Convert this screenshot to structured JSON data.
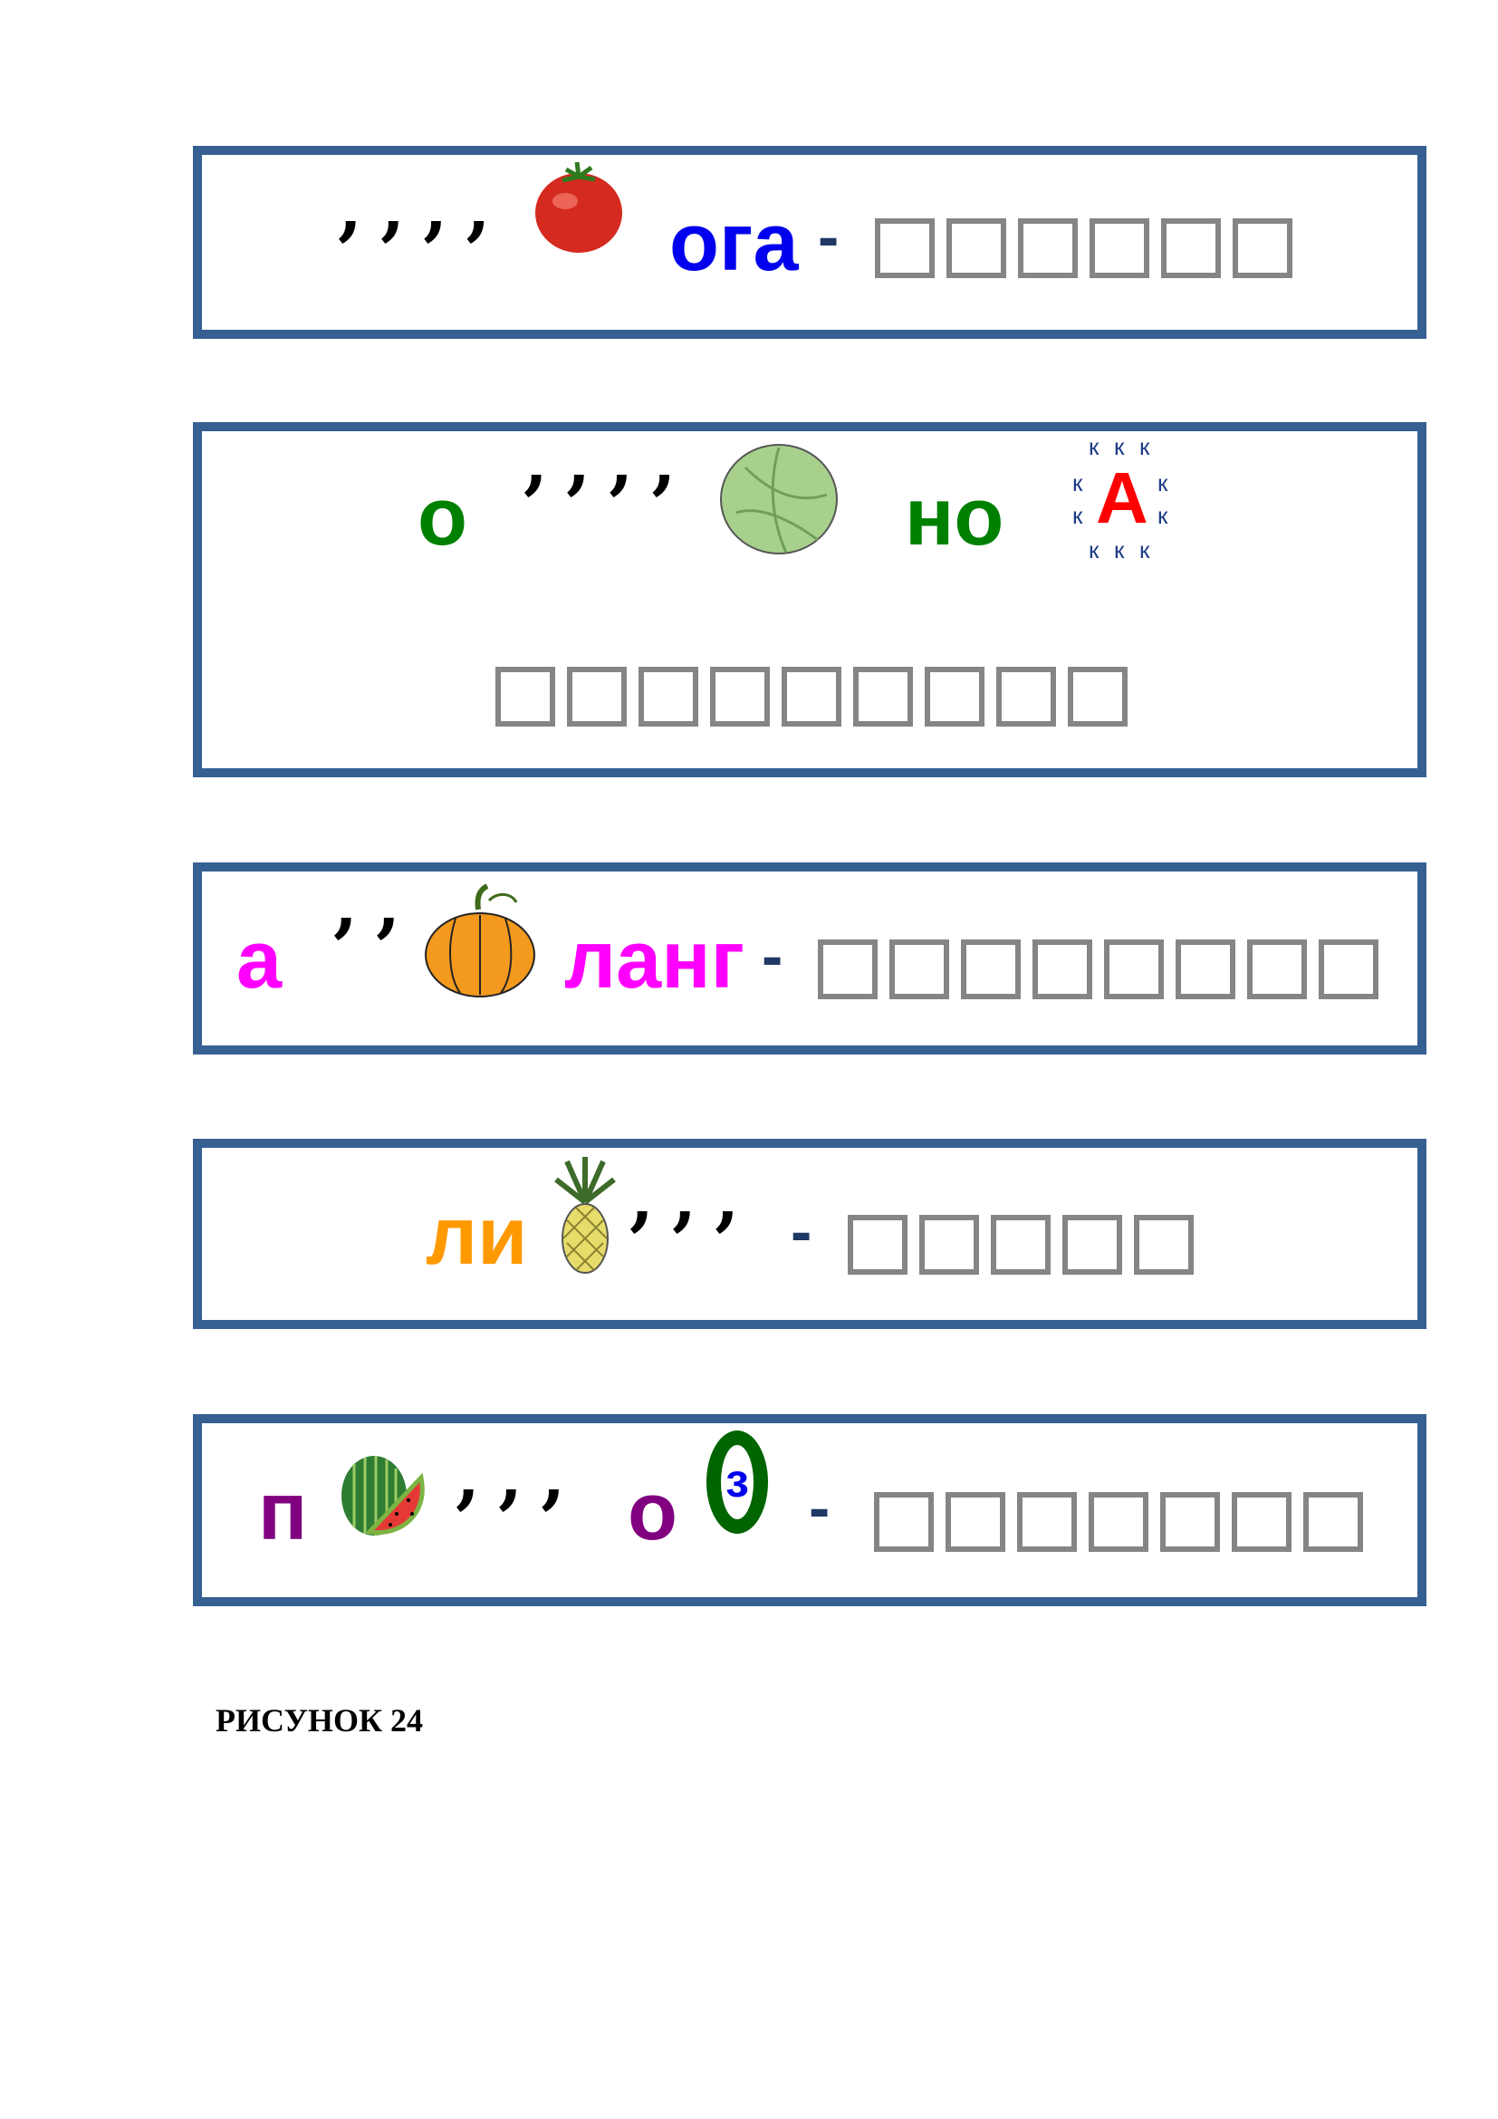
{
  "colors": {
    "border": "#376092",
    "square": "#858585",
    "dash": "#1f3864",
    "blue": "#0000ee",
    "green": "#008000",
    "magenta": "#ff00ff",
    "orange": "#ff9900",
    "purple": "#800080"
  },
  "rebus1": {
    "commas": ",,,,",
    "picture": "tomato-icon",
    "word": "ога",
    "dash": "-",
    "answer_boxes": 6
  },
  "rebus2": {
    "prefix": "о",
    "commas": ",,,,",
    "picture": "cabbage-icon",
    "word": "но",
    "letters_picture": {
      "big": "А",
      "small": "к"
    },
    "answer_boxes": 9
  },
  "rebus3": {
    "prefix": "а",
    "commas": ",,",
    "picture": "pumpkin-icon",
    "word": "ланг",
    "dash": "-",
    "answer_boxes": 8
  },
  "rebus4": {
    "word": "ли",
    "picture": "pineapple-icon",
    "commas": ",,,",
    "dash": "-",
    "answer_boxes": 5
  },
  "rebus5": {
    "prefix": "п",
    "picture": "watermelon-icon",
    "commas": ",,,",
    "word": "о",
    "inner_letter": "з",
    "dash": "-",
    "answer_boxes": 7
  },
  "caption": "РИСУНОК 24"
}
